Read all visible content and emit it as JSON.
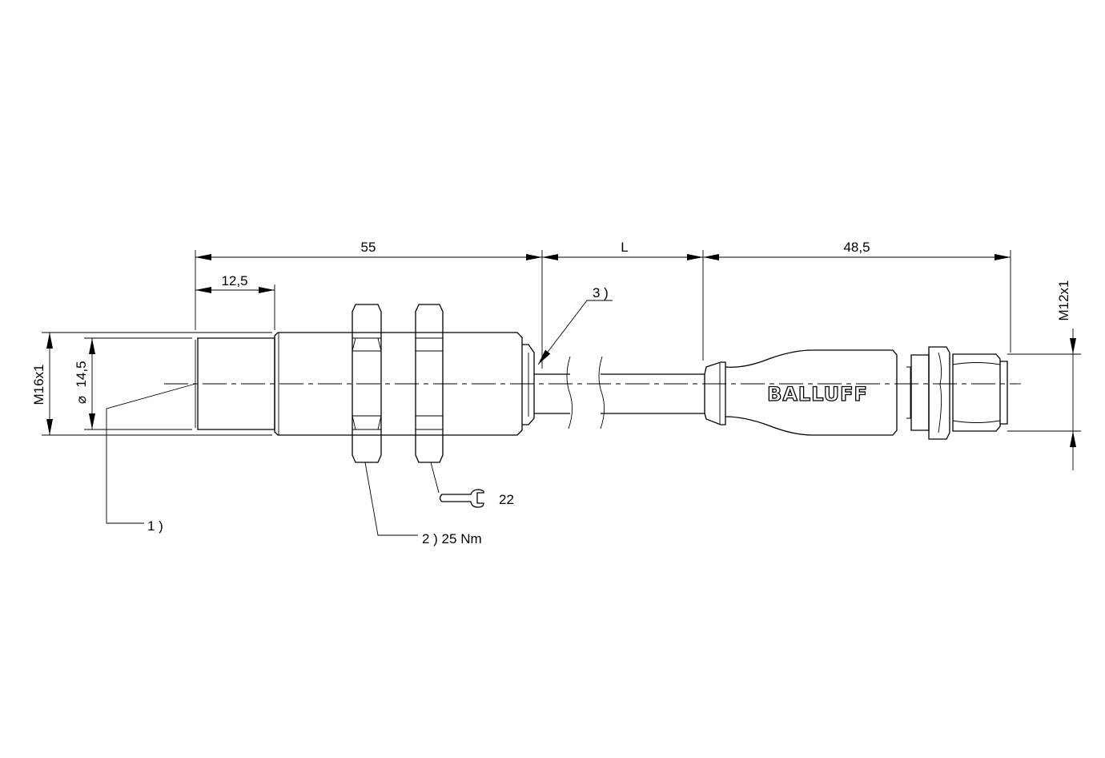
{
  "dimensions": {
    "sensor_length": "55",
    "cable_length": "L",
    "connector_length": "48,5",
    "front_length": "12,5",
    "thread_sensor": "M16x1",
    "diameter": "14,5",
    "diameter_symbol": "⌀",
    "thread_connector": "M12x1"
  },
  "callouts": {
    "c1": "1 )",
    "c2": "2 ) 25 Nm",
    "c3": "3 )",
    "wrench_size": "22"
  },
  "logo": {
    "text": "BALLUFF"
  },
  "icons": {
    "wrench": "wrench-icon"
  },
  "colors": {
    "line": "#000000",
    "background": "#ffffff"
  }
}
